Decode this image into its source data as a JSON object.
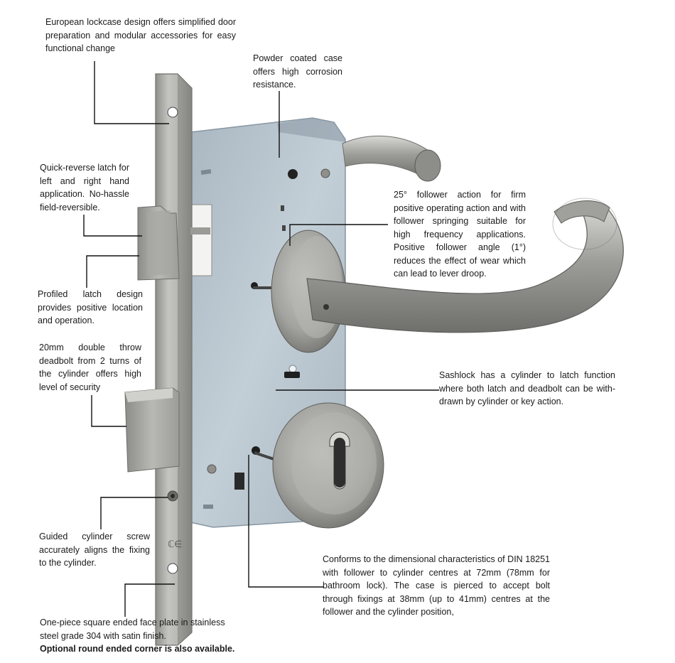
{
  "callouts": {
    "lockcase": "European lockcase design offers simplified door preparation and modular accessories for easy functional change",
    "powder": "Powder coated case offers high corrosion resistance.",
    "reverse": "Quick-reverse latch for left and right hand application. No-hassle field-reversible.",
    "follower": "25° follower action for firm positive operating action and with follower springing suitable for high frequency applications. Positive follower angle (1°) reduces the effect of wear which can lead to lever droop.",
    "profiled": "Profiled latch design provides positive location and operation.",
    "deadbolt": "20mm double throw deadbolt from 2 turns of the cylinder offers high level of security",
    "sashlock": "Sashlock has a cylinder to latch function where both latch and deadbolt can be with- drawn by cylinder or key action.",
    "screw": "Guided cylinder screw accurately aligns the fixing to the cylinder.",
    "din": "Conforms to the dimensional characteristics of DIN 18251 with follower to cylinder centres at 72mm (78mm for bathroom lock). The case is pierced to accept bolt through fixings at 38mm (up to 41mm) centres at the follower and the cylinder position,",
    "faceplate": "One-piece square ended face plate in stainless steel grade 304 with satin finish.",
    "faceplate_bold": "Optional round ended corner is also available."
  },
  "colors": {
    "steel": "#a9a9a6",
    "case": "#b9c6cf",
    "line": "#111111"
  },
  "icons": {
    "ce_mark": "ce-mark-icon"
  }
}
